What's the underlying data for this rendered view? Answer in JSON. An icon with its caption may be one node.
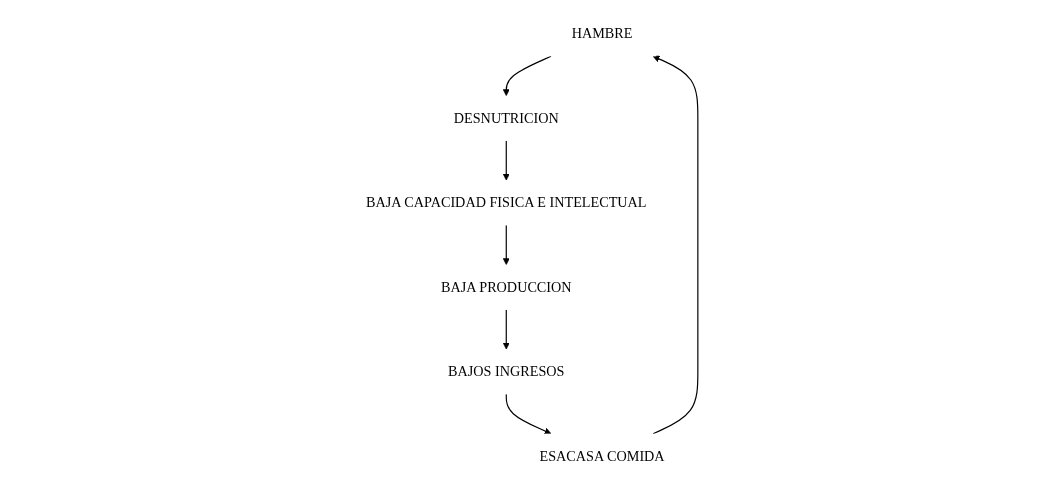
{
  "diagram": {
    "nodes": [
      {
        "text": [
          "HAMBRE"
        ]
      },
      {
        "text": [
          "DESNUTRICION"
        ]
      },
      {
        "text": [
          "BAJA CAPACIDAD FISICA E INTELECTUAL"
        ]
      },
      {
        "text": [
          "BAJA PRODUCCION"
        ]
      },
      {
        "text": [
          "BAJOS INGRESOS"
        ]
      },
      {
        "text": [
          "ESACASA COMIDA"
        ]
      }
    ],
    "edges": [
      {
        "from": 0,
        "to": 1,
        "arrow": "to"
      },
      {
        "from": 1,
        "to": 2,
        "arrow": "to"
      },
      {
        "from": 2,
        "to": 3,
        "arrow": "to"
      },
      {
        "from": 3,
        "to": 4,
        "arrow": "to"
      },
      {
        "from": 4,
        "to": 5,
        "arrow": "to"
      },
      {
        "from": 5,
        "to": 0,
        "arrow": "to"
      }
    ]
  }
}
